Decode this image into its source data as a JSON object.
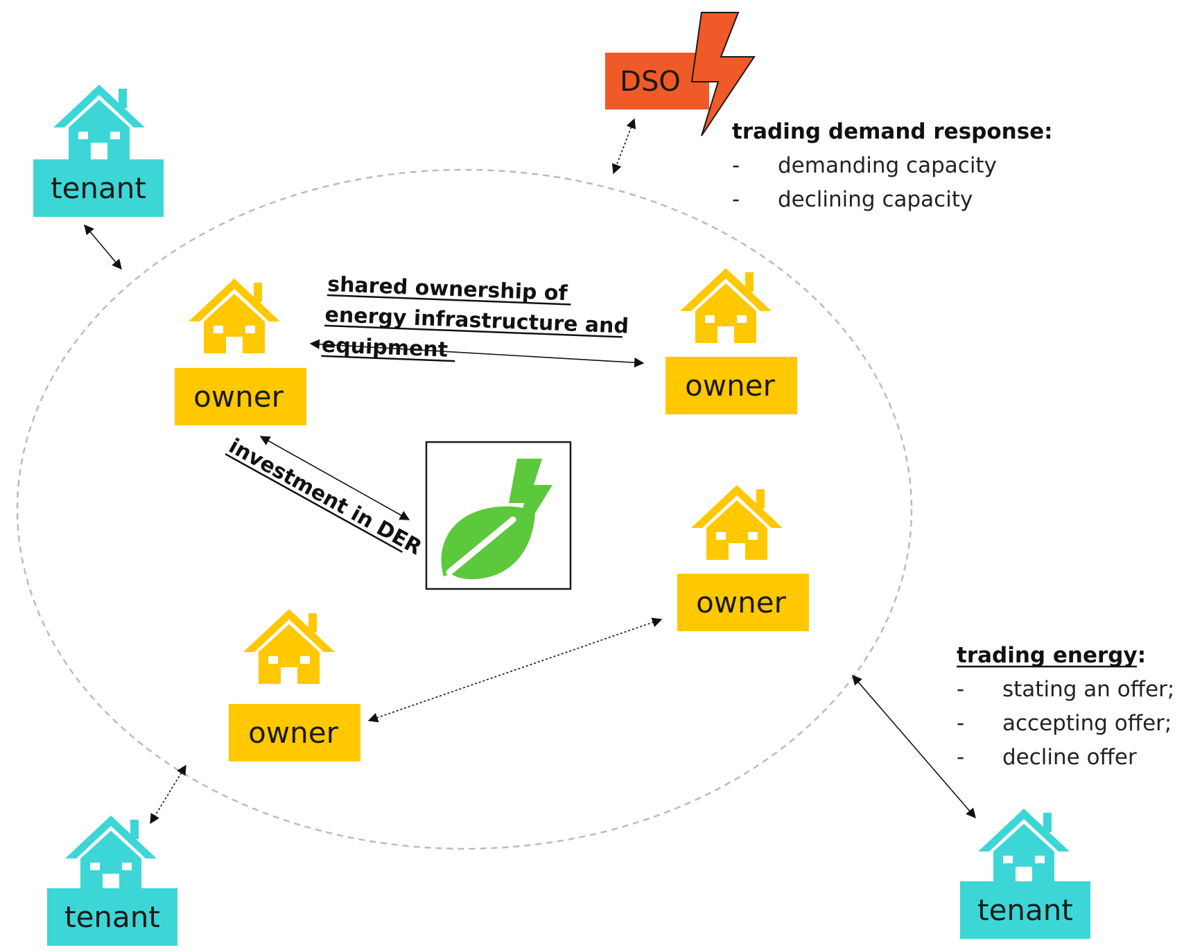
{
  "roles": {
    "tenant_top_left": "tenant",
    "tenant_bottom_left": "tenant",
    "tenant_bottom_right": "tenant",
    "owner_upper_left": "owner",
    "owner_upper_right": "owner",
    "owner_middle_right": "owner",
    "owner_lower_left": "owner"
  },
  "dso": {
    "label": "DSO",
    "icon": "lightning-bolt-icon"
  },
  "der": {
    "icon": "green-leaf-lightning-icon"
  },
  "demand_response": {
    "heading": "trading demand response:",
    "items": [
      "demanding capacity",
      "declining capacity"
    ]
  },
  "energy_trading": {
    "heading": "trading energy:",
    "items": [
      "stating an offer;",
      "accepting offer;",
      "decline offer"
    ]
  },
  "relations": {
    "shared_ownership": [
      "shared ownership of",
      "energy infrastructure and",
      "equipment"
    ],
    "investment": "investment in DER"
  },
  "colors": {
    "tenant": "#3dd6d6",
    "owner": "#ffc800",
    "dso": "#f05a28",
    "der_leaf": "#5cc83c",
    "community_boundary": "#bbbbbb"
  }
}
